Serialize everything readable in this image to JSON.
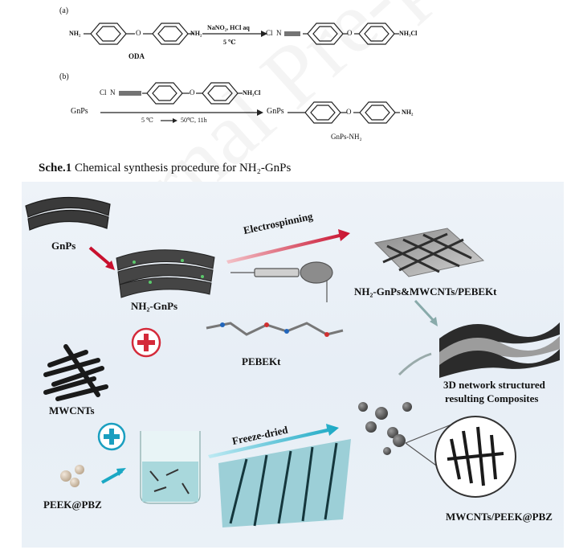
{
  "scheme_a": {
    "tag": "(a)",
    "reagent_left": "NH₂",
    "reagent_right": "NH₂",
    "bridge_o": "O",
    "reagent_name": "ODA",
    "conditions_top": "NaNO₂, HCl aq",
    "conditions_bottom": "5 ℃",
    "product_left": "Cl",
    "product_n": "N",
    "product_right": "NH₃Cl",
    "bridge_o2": "O"
  },
  "scheme_b": {
    "tag": "(b)",
    "diazo_left": "Cl",
    "diazo_n": "N",
    "diazo_right": "NH₃Cl",
    "bridge_o": "O",
    "start": "GnPs",
    "cond_a": "5 ℃",
    "cond_b": "50℃, 11h",
    "product_left": "GnPs",
    "product_right": "NH₂",
    "bridge_o2": "O",
    "product_name": "GnPs-NH₂"
  },
  "caption": {
    "number": "Sche.1",
    "text": " Chemical synthesis procedure for NH₂-GnPs"
  },
  "figure": {
    "gnps": "GnPs",
    "nh2_gnps": "NH₂-GnPs",
    "electrospinning": "Electrospinning",
    "mat_label": "NH₂-GnPs&MWCNTs/PEBEKt",
    "pebekt": "PEBEKt",
    "mwcnts": "MWCNTs",
    "composite_line1": "3D network structured",
    "composite_line2": "resulting Composites",
    "freeze_dried": "Freeze-dried",
    "peek_pbz": "PEEK@PBZ",
    "result_label": "MWCNTs/PEEK@PBZ"
  },
  "watermark": "Journal Pre-proof",
  "colors": {
    "panel_bg": "#e9f0f7",
    "red_arrow": "#c8102e",
    "cyan_arrow": "#1aa8c4",
    "plus_red": "#d42a3a",
    "plus_cyan": "#1b9fc0"
  }
}
